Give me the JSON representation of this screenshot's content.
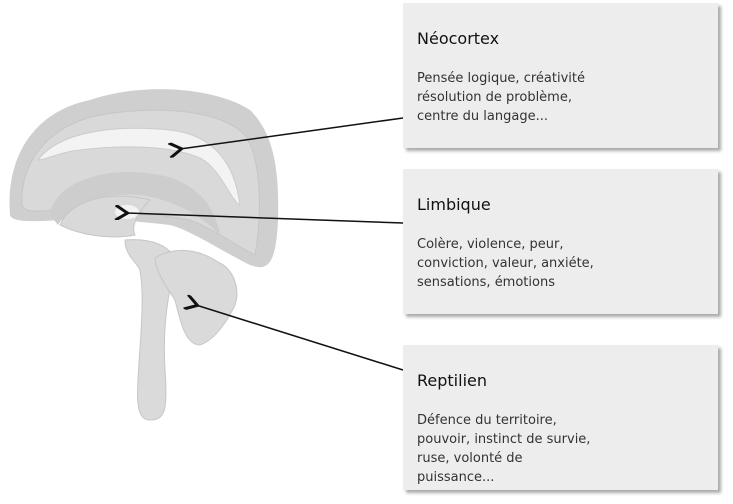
{
  "regions": [
    {
      "title": "Néocortex",
      "lines": [
        "Pensée logique, créativité",
        "résolution de problème,",
        "centre du langage..."
      ]
    },
    {
      "title": "Limbique",
      "lines": [
        "Colère, violence, peur,",
        "conviction, valeur, anxiéte,",
        "sensations, émotions"
      ]
    },
    {
      "title": "Reptilien",
      "lines": [
        "Défence du territoire,",
        "pouvoir, instinct de survie,",
        "ruse, volonté de",
        "puissance..."
      ]
    }
  ],
  "colors": {
    "outer": "#cfcfcf",
    "mid": "#d9d9d9",
    "light": "#f3f3f3",
    "box": "#ededed",
    "arrow": "#111111"
  }
}
